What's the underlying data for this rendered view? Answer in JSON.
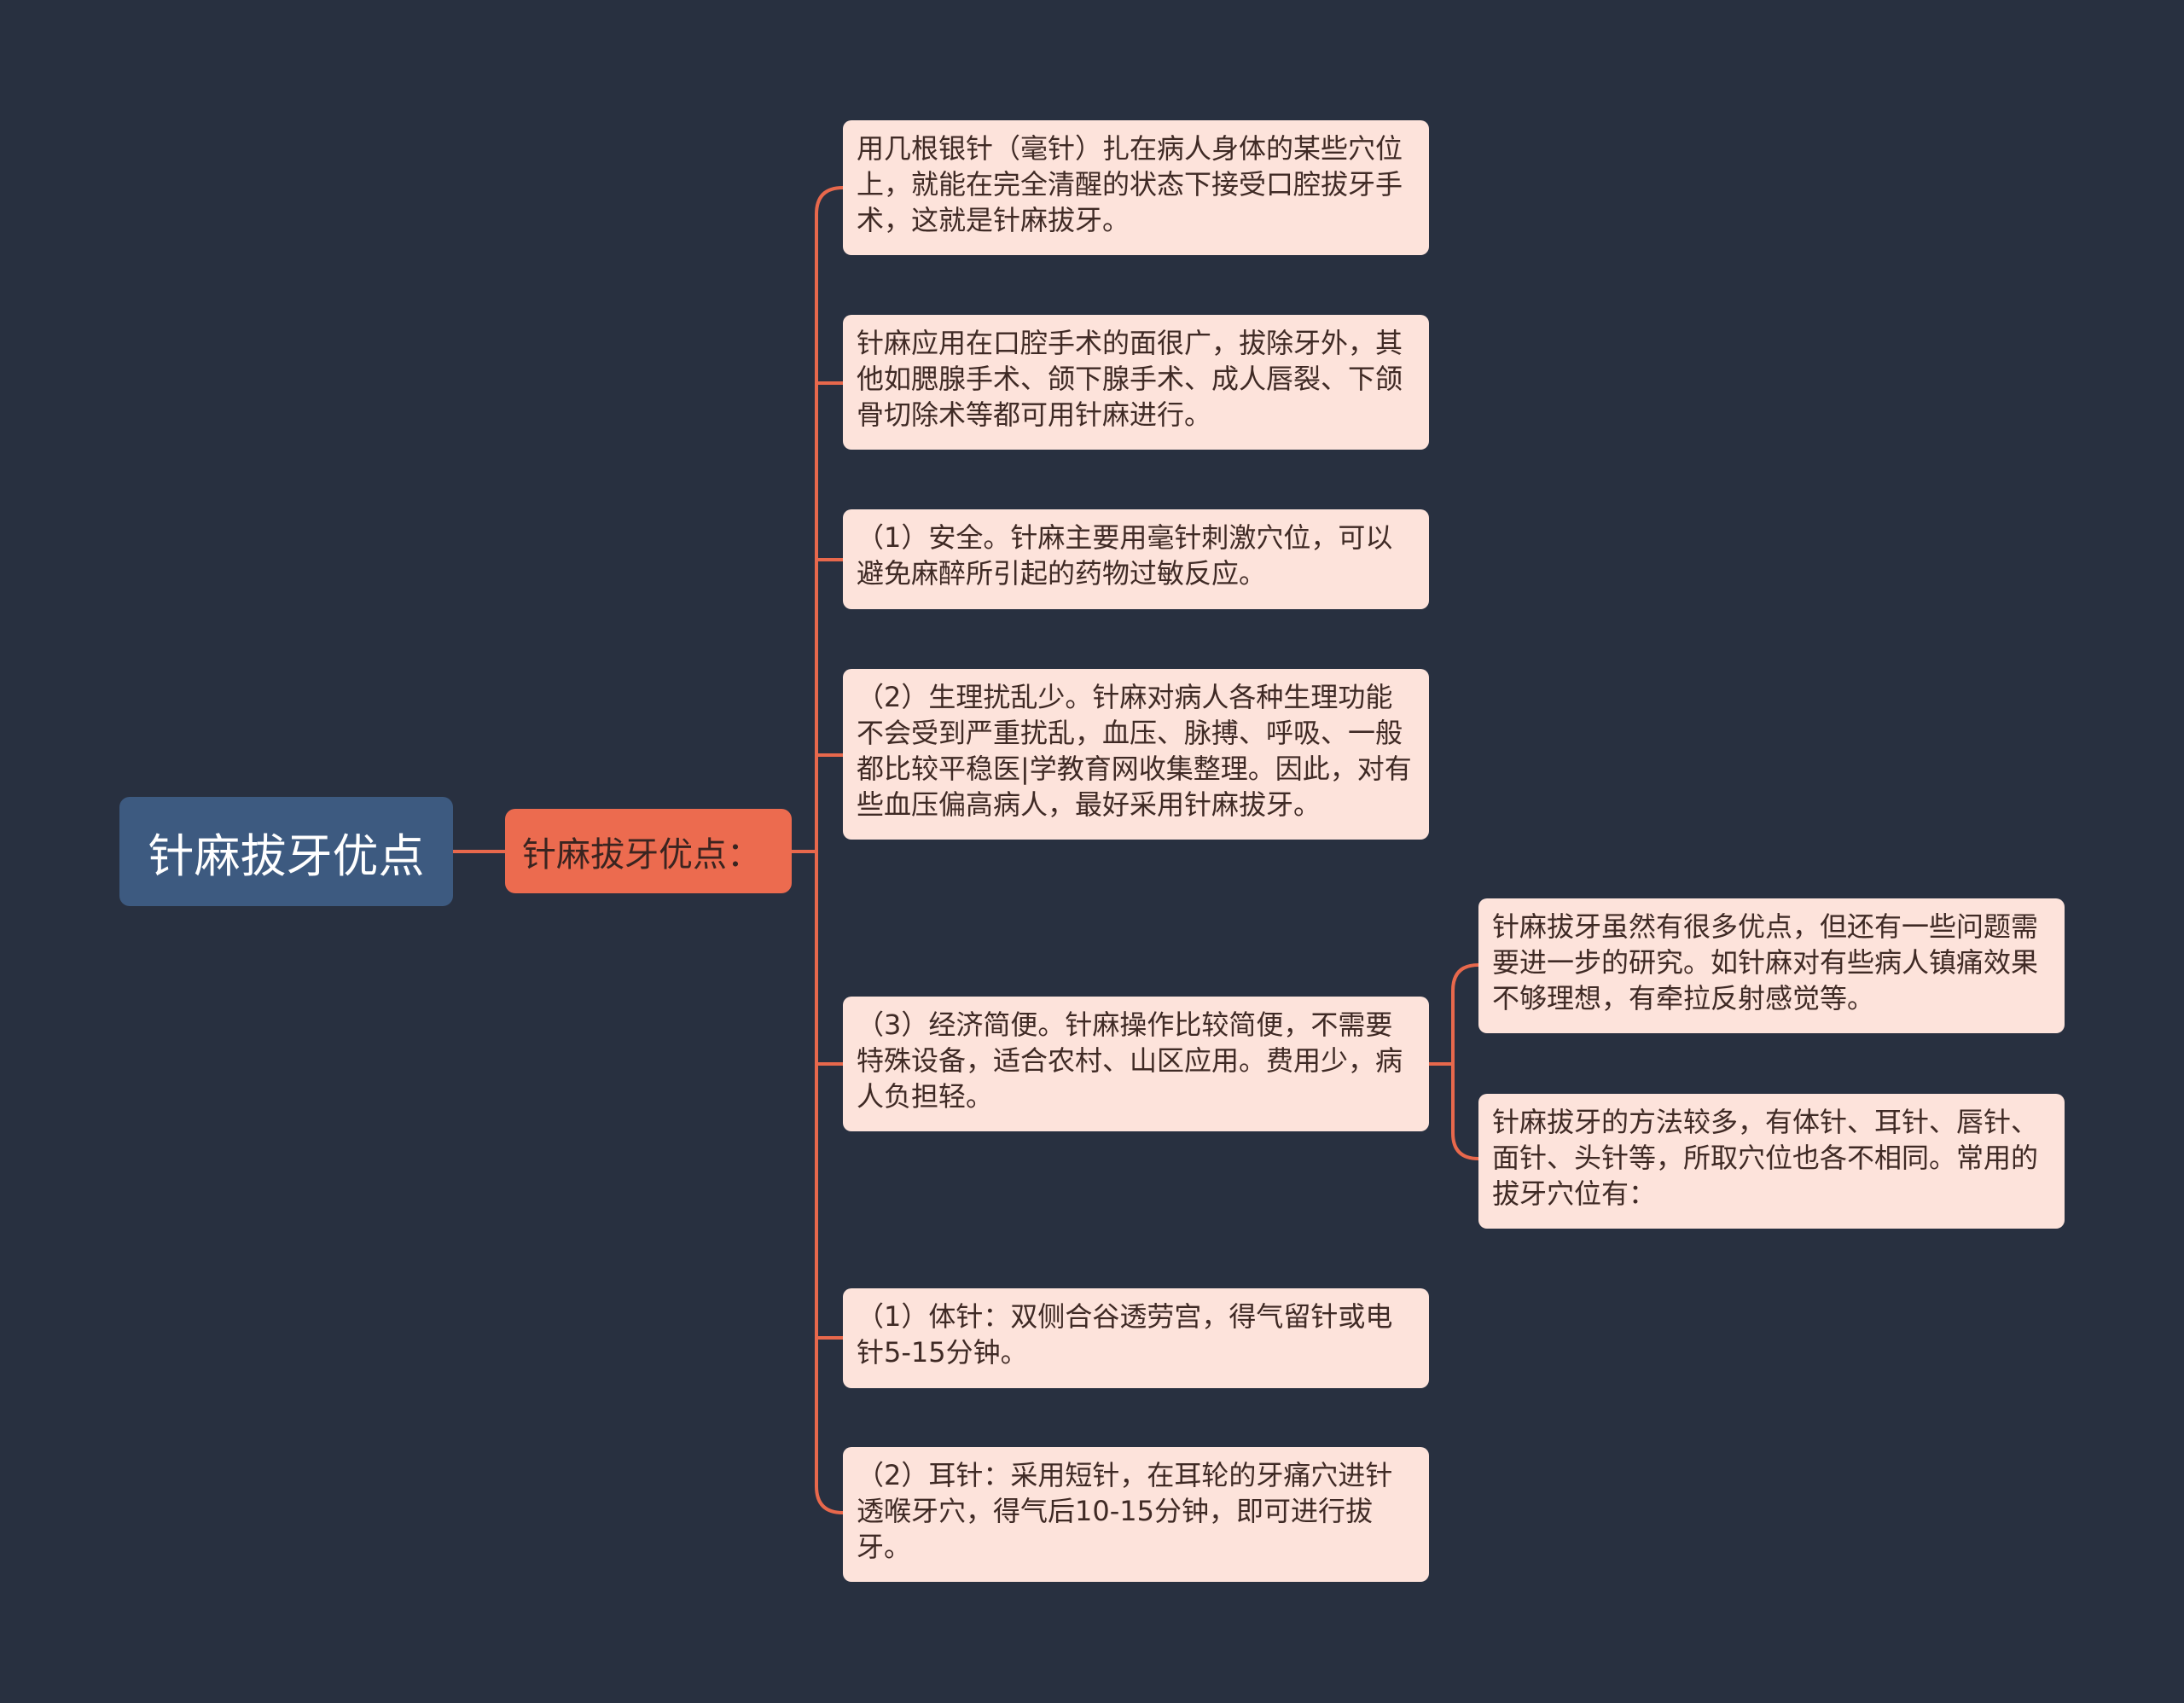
{
  "root": {
    "label": "针麻拔牙优点"
  },
  "branch": {
    "label": "针麻拔牙优点："
  },
  "items": [
    {
      "text": "用几根银针（毫针）扎在病人身体的某些穴位上，就能在完全清醒的状态下接受口腔拔牙手术，这就是针麻拔牙。"
    },
    {
      "text": "针麻应用在口腔手术的面很广，拔除牙外，其他如腮腺手术、颌下腺手术、成人唇裂、下颌骨切除术等都可用针麻进行。"
    },
    {
      "text": "（1）安全。针麻主要用毫针刺激穴位，可以避免麻醉所引起的药物过敏反应。"
    },
    {
      "text": "（2）生理扰乱少。针麻对病人各种生理功能不会受到严重扰乱，血压、脉搏、呼吸、一般都比较平稳医|学教育网收集整理。因此，对有些血压偏高病人，最好采用针麻拔牙。"
    },
    {
      "text": "（3）经济简便。针麻操作比较简便，不需要特殊设备，适合农村、山区应用。费用少，病人负担轻。"
    },
    {
      "text": "（1）体针：双侧合谷透劳宫，得气留针或电针5-15分钟。"
    },
    {
      "text": "（2）耳针：采用短针，在耳轮的牙痛穴进针透喉牙穴，得气后10-15分钟，即可进行拔牙。"
    }
  ],
  "subitems": [
    {
      "text": "针麻拔牙虽然有很多优点，但还有一些问题需要进一步的研究。如针麻对有些病人镇痛效果不够理想，有牵拉反射感觉等。"
    },
    {
      "text": "针麻拔牙的方法较多，有体针、耳针、唇针、面针、头针等，所取穴位也各不相同。常用的拔牙穴位有："
    }
  ],
  "colors": {
    "background": "#283040",
    "root": "#3d5a80",
    "branch": "#ec6b4f",
    "leaf": "#fde3db",
    "connector": "#e8684c"
  }
}
